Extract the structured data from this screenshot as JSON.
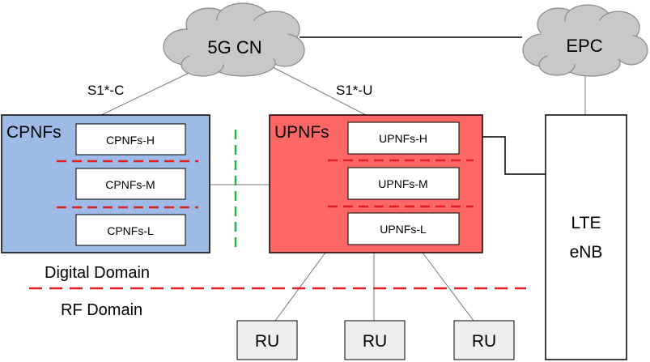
{
  "clouds": {
    "cn": {
      "label": "5G CN"
    },
    "epc": {
      "label": "EPC"
    }
  },
  "interfaces": {
    "control": "S1*-C",
    "user": "S1*-U"
  },
  "cpnfs": {
    "title": "CPNFs",
    "layers": [
      "CPNFs-H",
      "CPNFs-M",
      "CPNFs-L"
    ],
    "fill": "#9dbbe6"
  },
  "upnfs": {
    "title": "UPNFs",
    "layers": [
      "UPNFs-H",
      "UPNFs-M",
      "UPNFs-L"
    ],
    "fill": "#ff6666"
  },
  "lte": {
    "line1": "LTE",
    "line2": "eNB"
  },
  "domains": {
    "digital": "Digital Domain",
    "rf": "RF Domain"
  },
  "radio_units": [
    "RU",
    "RU",
    "RU"
  ],
  "colors": {
    "red_dash": "#e02020",
    "green_dash": "#22b14c",
    "cloud": "#c8c8c8"
  }
}
